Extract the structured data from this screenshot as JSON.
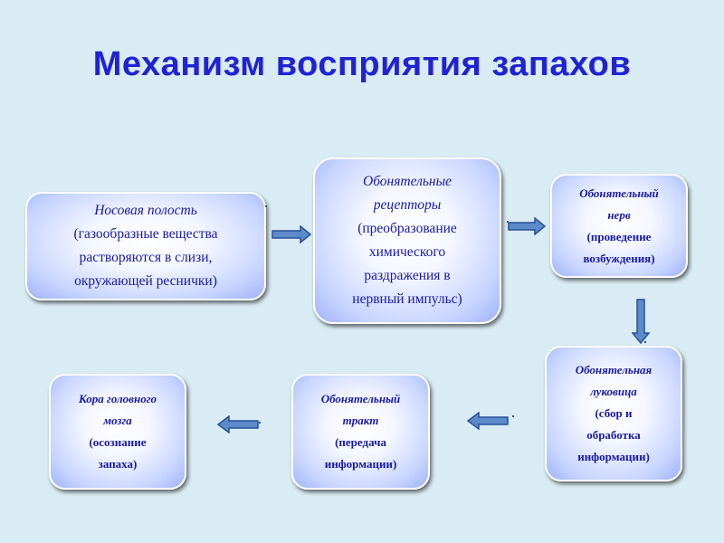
{
  "title": "Механизм восприятия запахов",
  "nodes": {
    "nasal_cavity": {
      "head": "Носовая полость",
      "desc_1": "(газообразные вещества",
      "desc_2": "растворяются в слизи,",
      "desc_3": "окружающей реснички)"
    },
    "receptors": {
      "head_1": "Обонятельные",
      "head_2": "рецепторы",
      "desc_1": "(преобразование",
      "desc_2": "химического",
      "desc_3": "раздражения в",
      "desc_4": "нервный импульс)"
    },
    "nerve": {
      "head_1": "Обонятельный",
      "head_2": "нерв",
      "desc_1": "(проведение",
      "desc_2": "возбуждения)"
    },
    "bulb": {
      "head_1": "Обонятельная",
      "head_2": "луковица",
      "desc_1": "(сбор и",
      "desc_2": "обработка",
      "desc_3": "информации)"
    },
    "tract": {
      "head_1": "Обонятельный",
      "head_2": "тракт",
      "desc_1": "(передача",
      "desc_2": "информации)"
    },
    "cortex": {
      "head_1": "Кора головного",
      "head_2": "мозга",
      "desc_1": "(осознание",
      "desc_2": "запаха)"
    }
  },
  "colors": {
    "title": "#1f22d6",
    "text": "#1a1a9e",
    "arrow_fill": "#5b8cc9",
    "arrow_stroke": "#2a4f9a",
    "background": "#d9ebf3"
  }
}
